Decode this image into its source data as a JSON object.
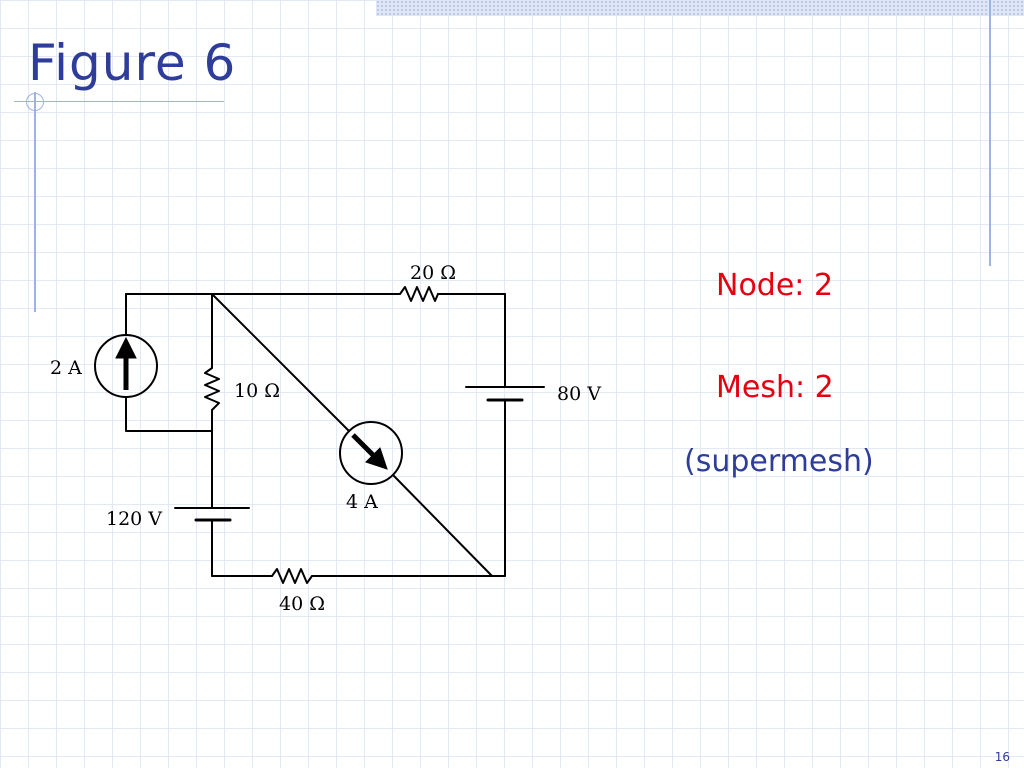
{
  "slide": {
    "title": "Figure 6",
    "page_number": "16"
  },
  "circuit": {
    "labels": {
      "current_source_left": "2 A",
      "resistor_top": "20 Ω",
      "resistor_middle": "10 Ω",
      "voltage_source_right": "80 V",
      "current_source_diagonal": "4 A",
      "voltage_source_left": "120 V",
      "resistor_bottom": "40 Ω"
    }
  },
  "notes": {
    "node": "Node: 2",
    "mesh": "Mesh: 2",
    "supermesh": "(supermesh)"
  },
  "colors": {
    "title": "#2e3c9a",
    "notes": "#e4000f",
    "supermesh": "#2e3c9a",
    "grid": "#e3e8f5"
  }
}
